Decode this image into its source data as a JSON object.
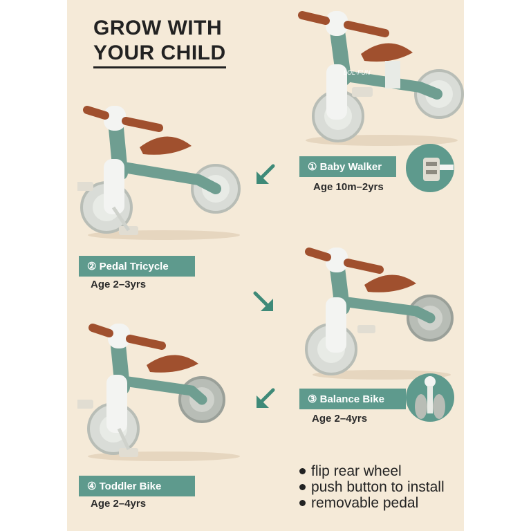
{
  "headline": {
    "line1": "GROW WITH",
    "line2": "YOUR CHILD"
  },
  "colors": {
    "background": "#f5ead8",
    "accent": "#5e9a8d",
    "frame": "#6f9e91",
    "seat": "#a0502e",
    "tire": "#d9dcd7"
  },
  "brand": {
    "frame_text": "LOL-FUN"
  },
  "stages": [
    {
      "label": "① Baby Walker",
      "age": "Age 10m–2yrs"
    },
    {
      "label": "② Pedal Tricycle",
      "age": "Age 2–3yrs"
    },
    {
      "label": "③ Balance Bike",
      "age": "Age 2–4yrs"
    },
    {
      "label": "④ Toddler Bike",
      "age": "Age 2–4yrs"
    }
  ],
  "features": [
    "flip rear wheel",
    "push button to install",
    "removable pedal"
  ],
  "icons": {
    "arrow": "down-left-arrow-icon",
    "bullet": "bullet-dot-icon"
  }
}
